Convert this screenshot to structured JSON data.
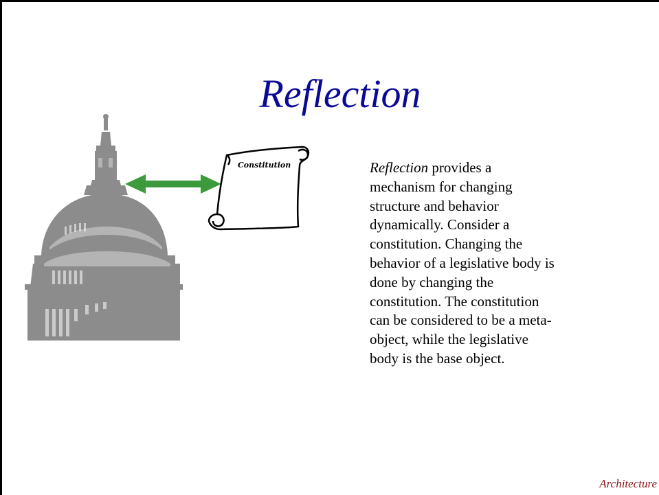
{
  "slide": {
    "title": "Reflection",
    "body": {
      "emphasis": "Reflection",
      "lines": [
        " provides a",
        "mechanism for changing",
        "structure and behavior",
        "dynamically. Consider a",
        "constitution.  Changing the",
        "behavior of a legislative body is",
        "done by changing the",
        "constitution.  The constitution",
        "can be considered to be a meta-",
        "object, while the legislative",
        "body is the base object."
      ]
    },
    "scroll_label": "Constitution",
    "footer": "Architecture"
  },
  "colors": {
    "title": "#0a0a96",
    "arrow": "#3c9a3c",
    "dome": "#8c8c8c",
    "footer": "#8b1414"
  },
  "icons": {
    "capitol": "capitol-dome-icon",
    "scroll": "constitution-scroll-icon",
    "arrow": "double-arrow-icon"
  }
}
